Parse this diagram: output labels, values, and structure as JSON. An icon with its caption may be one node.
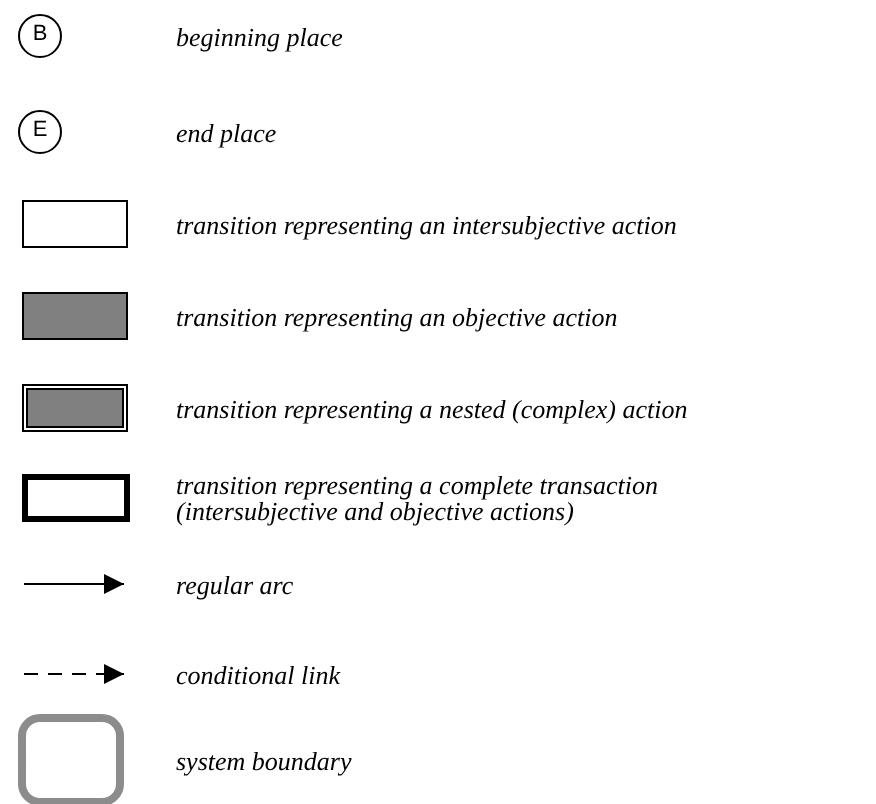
{
  "diagram": {
    "labels": [
      "B",
      "E"
    ],
    "legend": [
      {
        "text": "beginning place"
      },
      {
        "text": "end place"
      },
      {
        "text": "transition representing an intersubjective action"
      },
      {
        "text": "transition representing an objective action"
      },
      {
        "text": "transition representing a nested (complex) action"
      },
      {
        "text": "transition representing a complete transaction (intersubjective and objective actions)"
      },
      {
        "text": "regular arc"
      },
      {
        "text": "conditional link"
      },
      {
        "text": "system boundary"
      }
    ]
  }
}
